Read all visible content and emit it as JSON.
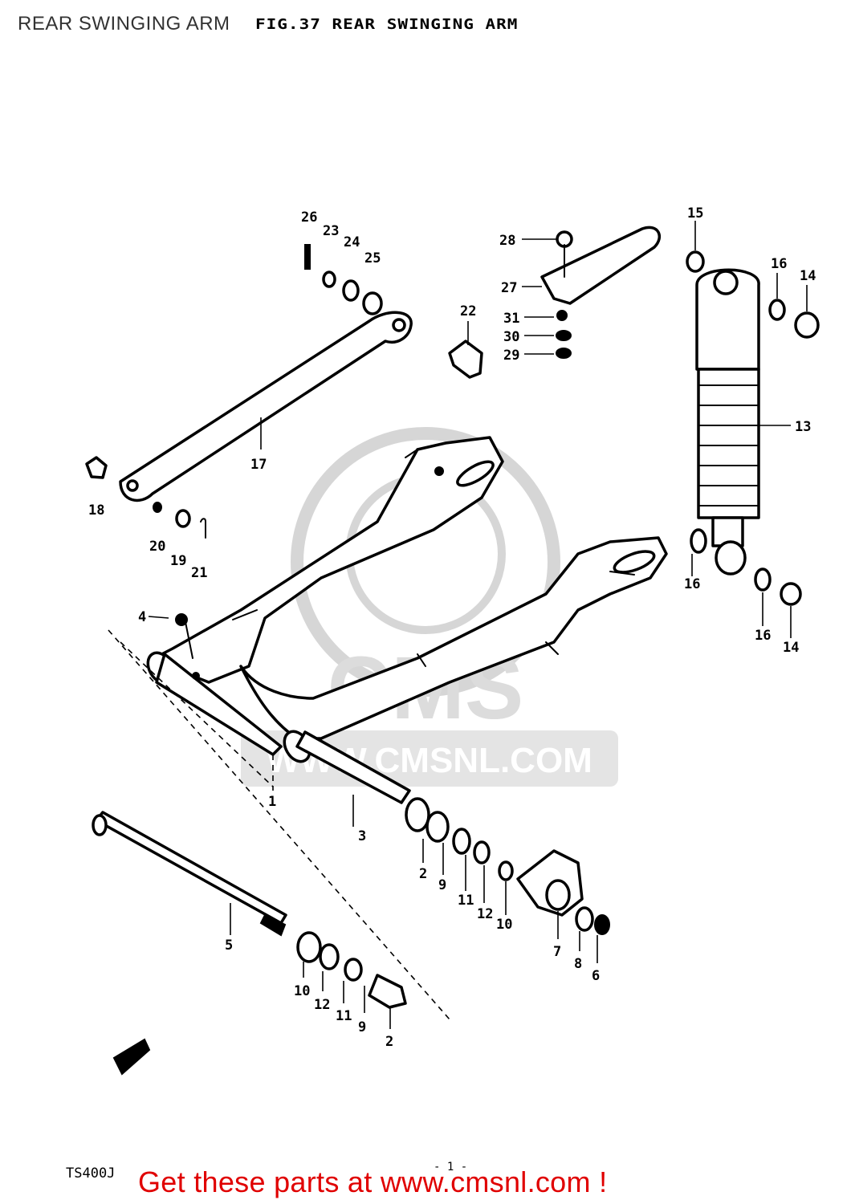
{
  "page": {
    "title": "REAR SWINGING ARM",
    "figure_title": "FIG.37  REAR SWINGING ARM",
    "model_code": "TS400J",
    "page_mark": "- 1 -",
    "footer": "Get these parts at www.cmsnl.com !",
    "watermark": "WWW.CMSNL.COM",
    "watermark_logo": "CMS"
  },
  "colors": {
    "footer_text": "#e00000",
    "title_text": "#333333",
    "line_art": "#000000",
    "watermark": "#d6d6d6"
  },
  "callouts": {
    "c1": "1",
    "c2": "2",
    "c3": "3",
    "c4": "4",
    "c5": "5",
    "c6": "6",
    "c7": "7",
    "c8": "8",
    "c9": "9",
    "c10": "10",
    "c11": "11",
    "c12": "12",
    "c13": "13",
    "c14": "14",
    "c15": "15",
    "c16": "16",
    "c17": "17",
    "c18": "18",
    "c19": "19",
    "c20": "20",
    "c21": "21",
    "c22": "22",
    "c23": "23",
    "c24": "24",
    "c25": "25",
    "c26": "26",
    "c27": "27",
    "c28": "28",
    "c29": "29",
    "c30": "30",
    "c31": "31",
    "c2b": "2",
    "c9b": "9",
    "c10b": "10",
    "c11b": "11",
    "c12b": "12",
    "c14b": "14",
    "c16b": "16",
    "c16c": "16"
  }
}
